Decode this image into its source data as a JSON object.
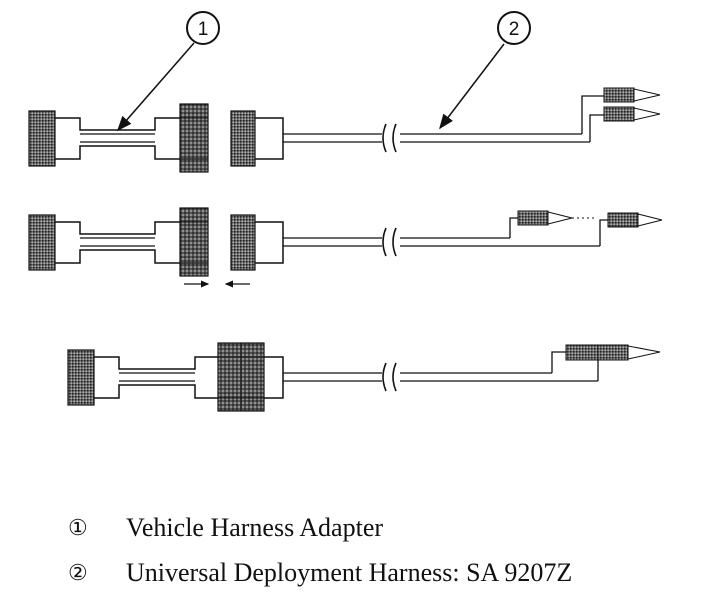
{
  "callouts": [
    {
      "number": "1"
    },
    {
      "number": "2"
    }
  ],
  "legend": [
    {
      "symbol": "①",
      "text": "Vehicle Harness Adapter"
    },
    {
      "symbol": "②",
      "text": "Universal Deployment Harness: SA 9207Z"
    }
  ],
  "colors": {
    "ink": "#111111",
    "background": "#ffffff"
  }
}
